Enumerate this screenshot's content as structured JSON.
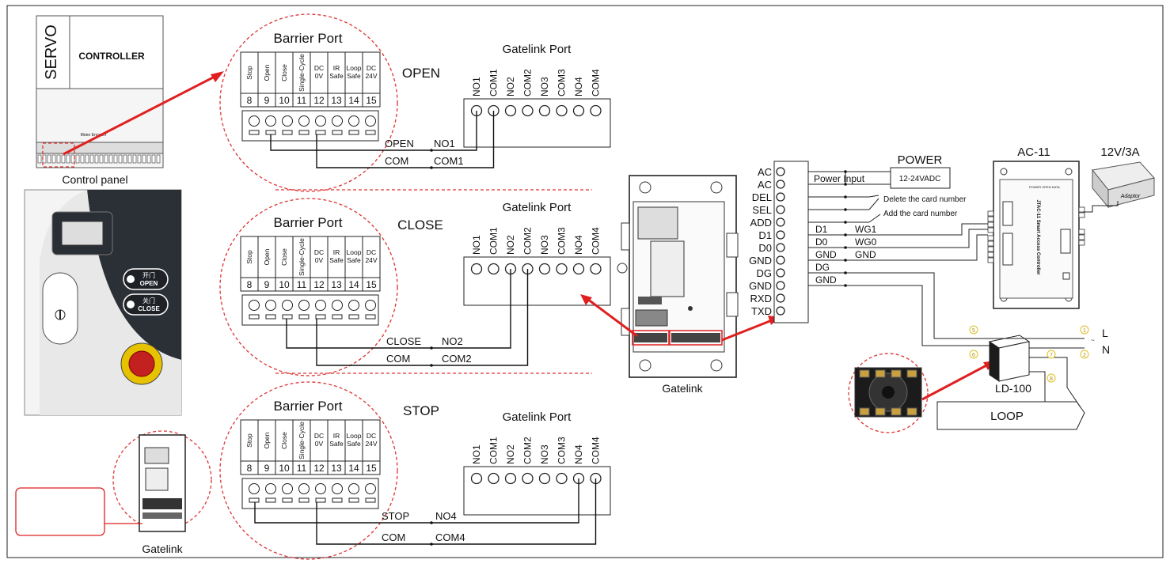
{
  "colors": {
    "accent": "#e02020",
    "line": "#111111",
    "dash": "#d33333",
    "badge": "#e0c020"
  },
  "servo": {
    "brand": "SERVO",
    "label": "CONTROLLER",
    "fine_print": "Motor Encoder",
    "caption": "Control panel"
  },
  "cabinet": {
    "open_cn": "开门",
    "open_en": "OPEN",
    "close_cn": "关门",
    "close_en": "CLOSE"
  },
  "small_gatelink": {
    "caption": "Gatelink"
  },
  "port_title": "Barrier Port",
  "gatelink_title": "Gatelink Port",
  "barrier_terminals": [
    {
      "label": "Stop",
      "num": "8"
    },
    {
      "label": "Open",
      "num": "9"
    },
    {
      "label": "Close",
      "num": "10"
    },
    {
      "label": "Single-Cycle",
      "num": "11"
    },
    {
      "label": "DC 0V",
      "num": "12"
    },
    {
      "label": "IR Safe",
      "num": "13"
    },
    {
      "label": "Loop Safe",
      "num": "14"
    },
    {
      "label": "DC 24V",
      "num": "15"
    }
  ],
  "gatelink_terminals": [
    "NO1",
    "COM1",
    "NO2",
    "COM2",
    "NO3",
    "COM3",
    "NO4",
    "COM4"
  ],
  "sections": [
    {
      "mode": "OPEN",
      "signal": "OPEN",
      "signal_target": "NO1",
      "com": "COM",
      "com_target": "COM1"
    },
    {
      "mode": "CLOSE",
      "signal": "CLOSE",
      "signal_target": "NO2",
      "com": "COM",
      "com_target": "COM2"
    },
    {
      "mode": "STOP",
      "signal": "STOP",
      "signal_target": "NO4",
      "com": "COM",
      "com_target": "COM4"
    }
  ],
  "gatelink_board": {
    "caption": "Gatelink"
  },
  "strip_terminals": [
    "AC",
    "AC",
    "DEL",
    "SEL",
    "ADD",
    "D1",
    "D0",
    "GND",
    "DG",
    "GND",
    "RXD",
    "TXD"
  ],
  "power": {
    "title": "POWER",
    "spec": "12-24VADC",
    "input_label": "Power Input"
  },
  "card_labels": {
    "delete": "Delete the card number",
    "add": "Add the card number"
  },
  "wire_labels": {
    "d1": "D1",
    "d0": "D0",
    "gnd": "GND",
    "dg": "DG",
    "gnd2": "GND",
    "wg1": "WG1",
    "wg0": "WG0",
    "gnd3": "GND"
  },
  "ac11": {
    "title": "AC-11",
    "side_text": "JTAC-11 Smart Access Controller",
    "led_text": "POWER OPEN DATA"
  },
  "adaptor": {
    "title": "12V/3A",
    "label": "Adaptor"
  },
  "ld100": {
    "title": "LD-100",
    "loop": "LOOP",
    "L": "L",
    "N": "N",
    "pins": [
      "5",
      "6",
      "7",
      "8",
      "1",
      "2"
    ]
  }
}
